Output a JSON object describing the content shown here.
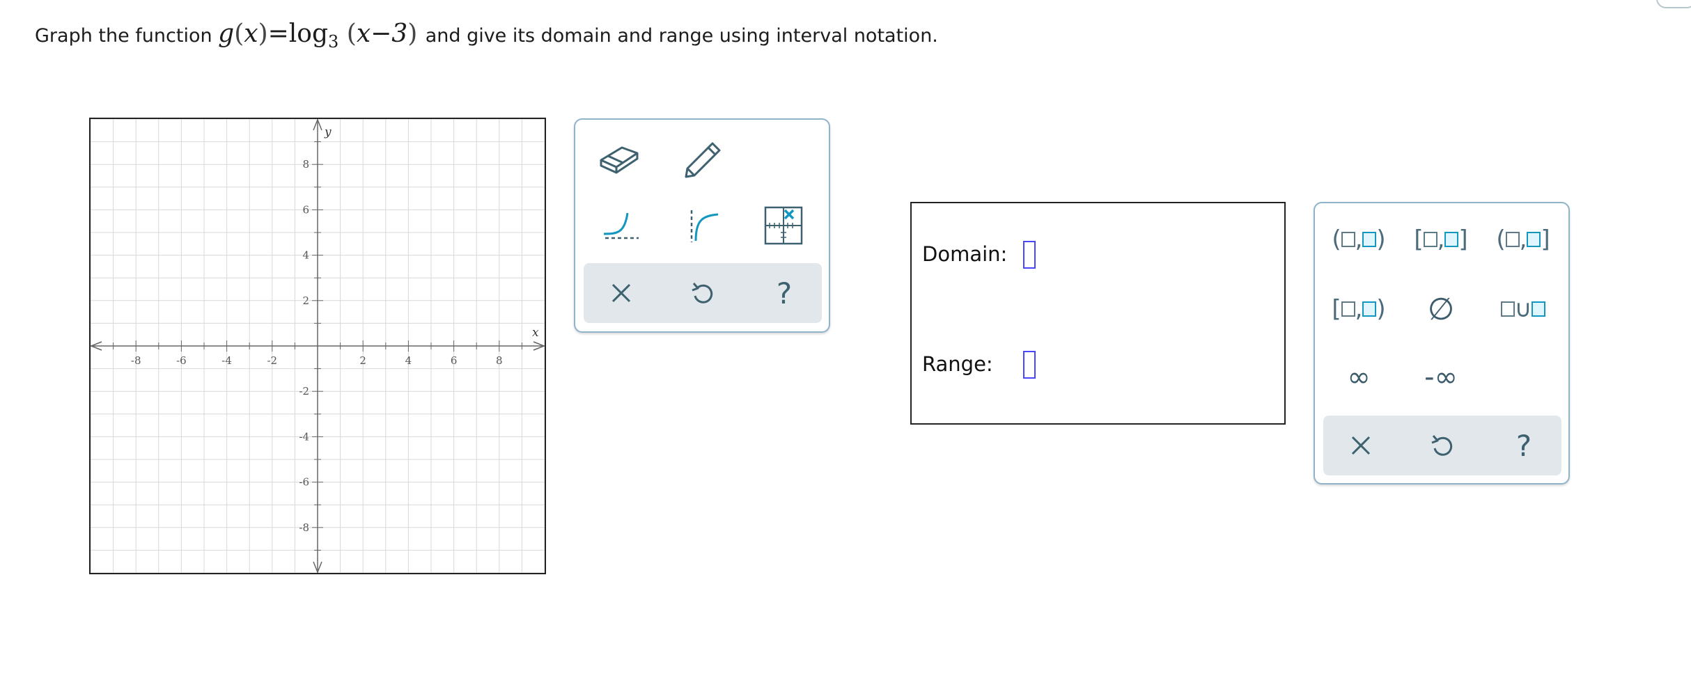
{
  "problem": {
    "prefix": "Graph the function ",
    "func_name": "g",
    "func_arg": "x",
    "equals": "=",
    "log": "log",
    "base": "3",
    "arg": "x−3",
    "suffix": " and give its domain and range using interval notation."
  },
  "graph": {
    "x_axis_label": "x",
    "y_axis_label": "y",
    "x_range": [
      -10,
      10
    ],
    "y_range": [
      -10,
      10
    ],
    "grid": true,
    "x_tick_labels": [
      "-8",
      "-6",
      "-4",
      "-2",
      "2",
      "4",
      "6",
      "8"
    ],
    "y_tick_labels": [
      "8",
      "6",
      "4",
      "2",
      "-2",
      "-4",
      "-6",
      "-8"
    ]
  },
  "graph_tools": {
    "eraser": "eraser-icon",
    "pencil": "pencil-icon",
    "exponential": "exponential-curve-icon",
    "logarithmic": "logarithmic-curve-icon",
    "grid_point": "grid-point-icon",
    "bar": [
      "close-icon",
      "undo-icon",
      "help-icon"
    ]
  },
  "answer": {
    "domain_label": "Domain:",
    "range_label": "Range:"
  },
  "keypad": {
    "infinity": "∞",
    "neg_infinity": "-∞",
    "empty_set": "∅",
    "union_sym": "∪",
    "bar": [
      "close-icon",
      "undo-icon",
      "help-icon"
    ]
  },
  "colors": {
    "accent": "#1197c0",
    "tool_icon": "#3e6170",
    "input_border": "#4b45ff",
    "panel_border": "#8fb3c9",
    "bar_bg": "#e1e7ea"
  }
}
